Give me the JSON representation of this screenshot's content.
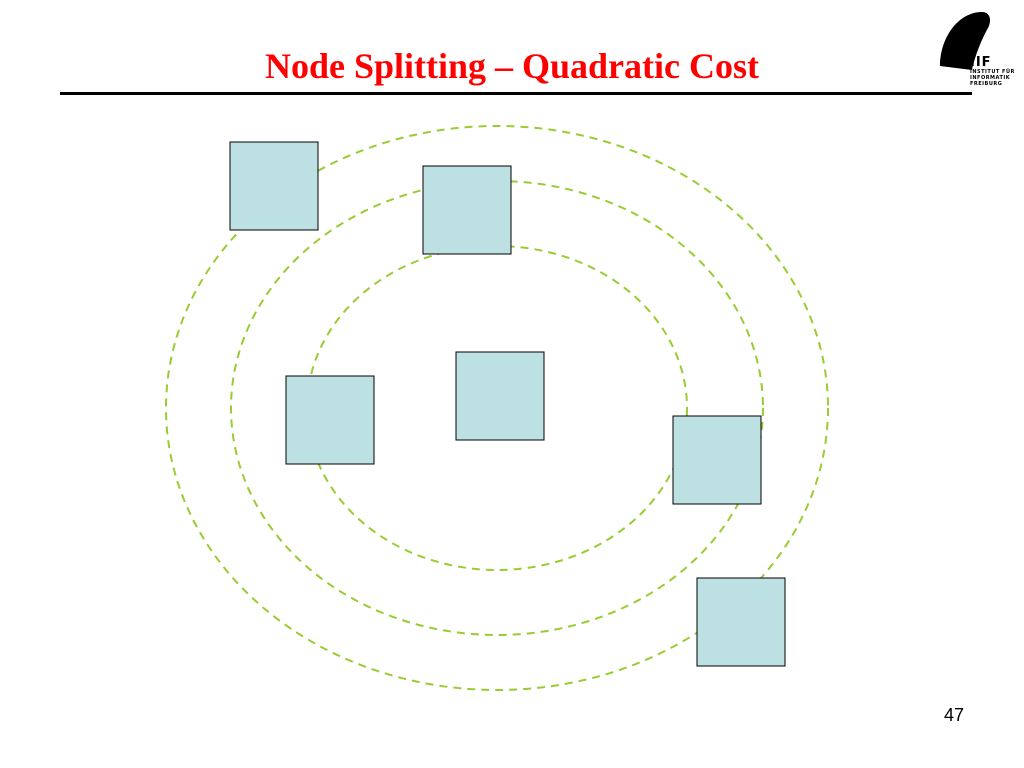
{
  "slide": {
    "title": "Node Splitting – Quadratic Cost",
    "page_number": "47"
  },
  "logo": {
    "abbr": "IIF",
    "lines": [
      "INSTITUT FÜR",
      "INFORMATIK",
      "FREIBURG"
    ]
  },
  "diagram": {
    "node_count": 6,
    "circle_count": 3
  },
  "colors": {
    "title": "#ff0000",
    "rule": "#000000",
    "node_fill": "#bde0e3",
    "node_stroke": "#000000",
    "circle_stroke": "#99cc33"
  }
}
